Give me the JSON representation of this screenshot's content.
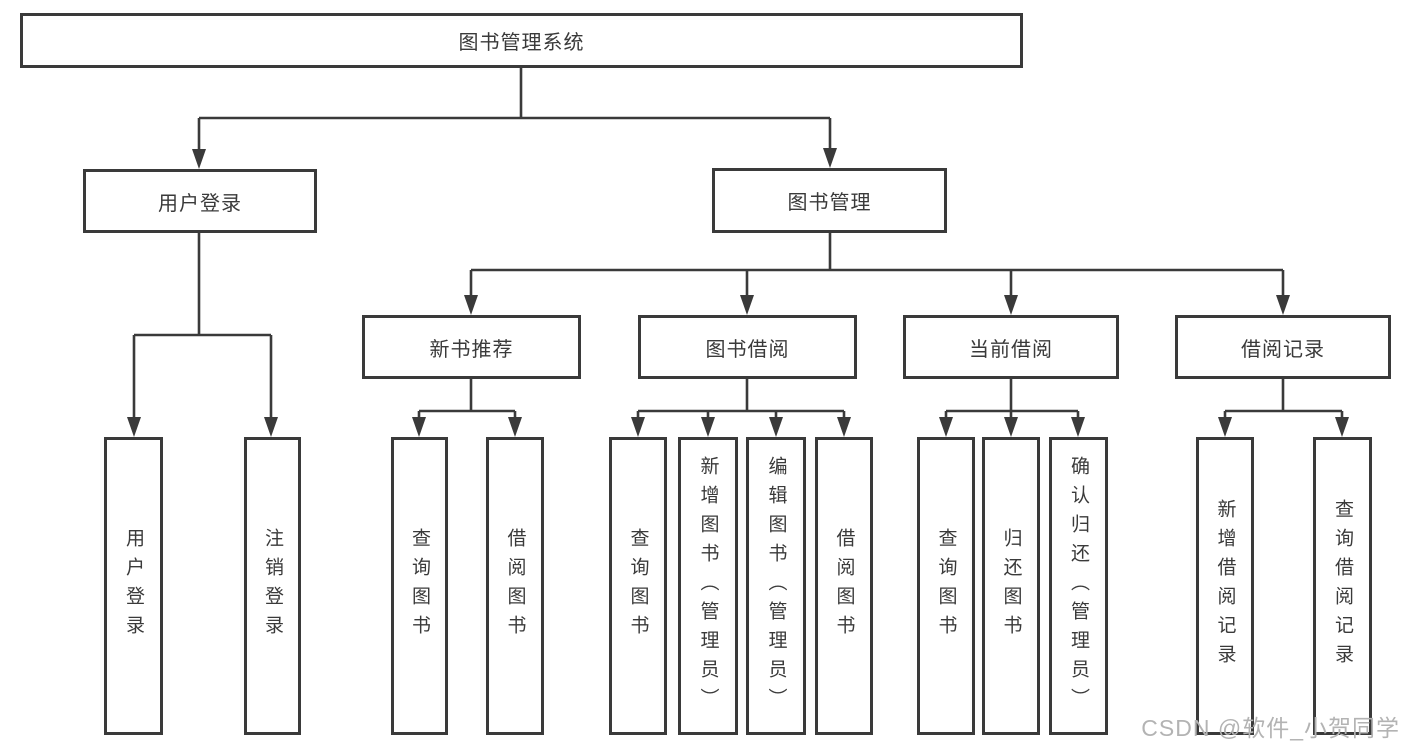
{
  "diagram_type": "hierarchy-tree",
  "colors": {
    "line": "#3a3a3a",
    "box_bg": "#ffffff",
    "page_bg": "#ffffff",
    "watermark": "#b3b3b3"
  },
  "tree": {
    "label": "图书管理系统",
    "children": [
      {
        "label": "用户登录",
        "children": [
          {
            "label": "用户登录"
          },
          {
            "label": "注销登录"
          }
        ]
      },
      {
        "label": "图书管理",
        "children": [
          {
            "label": "新书推荐",
            "children": [
              {
                "label": "查询图书"
              },
              {
                "label": "借阅图书"
              }
            ]
          },
          {
            "label": "图书借阅",
            "children": [
              {
                "label": "查询图书"
              },
              {
                "label": "新增图书（管理员）"
              },
              {
                "label": "编辑图书（管理员）"
              },
              {
                "label": "借阅图书"
              }
            ]
          },
          {
            "label": "当前借阅",
            "children": [
              {
                "label": "查询图书"
              },
              {
                "label": "归还图书"
              },
              {
                "label": "确认归还（管理员）"
              }
            ]
          },
          {
            "label": "借阅记录",
            "children": [
              {
                "label": "新增借阅记录"
              },
              {
                "label": "查询借阅记录"
              }
            ]
          }
        ]
      }
    ]
  },
  "watermark": "CSDN @软件_小贺同学"
}
